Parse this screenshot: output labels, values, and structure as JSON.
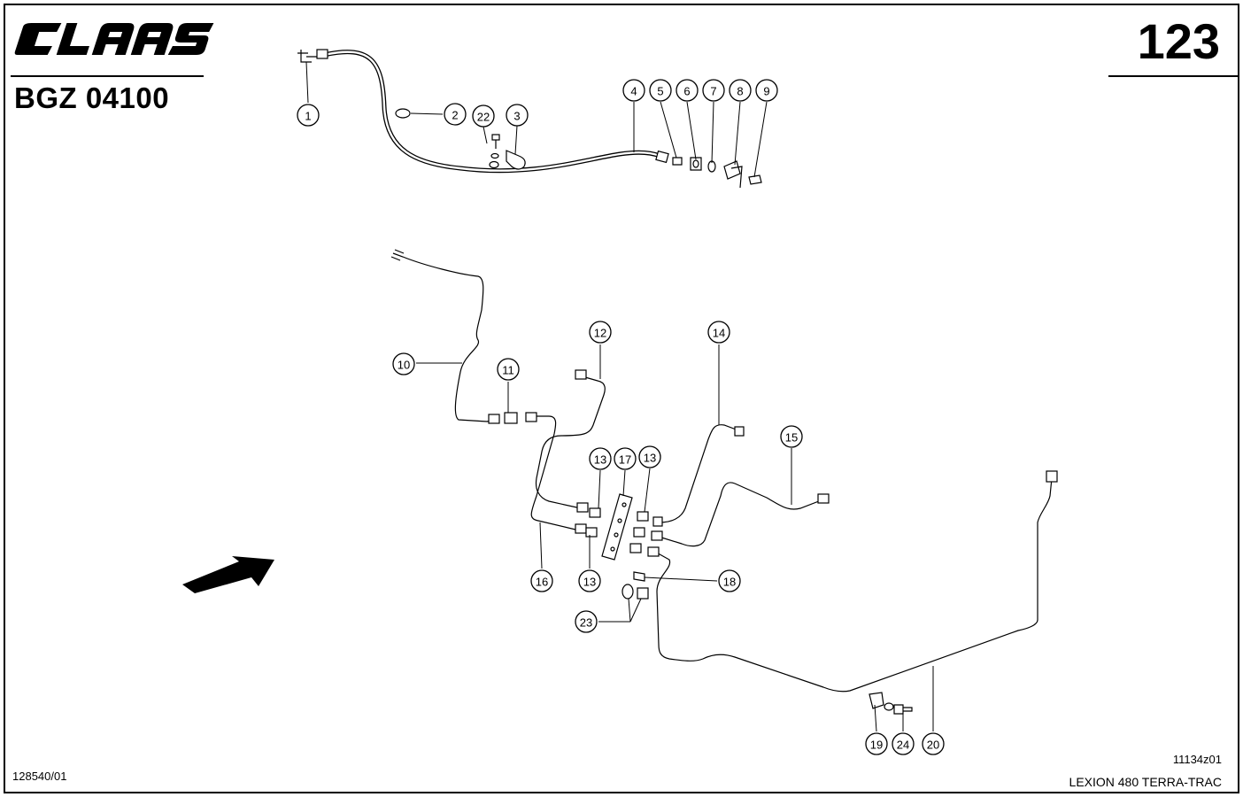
{
  "header": {
    "brand": "CLAAS",
    "group_code": "BGZ 04100",
    "page_number": "123"
  },
  "footer": {
    "document_number": "128540/01",
    "figure_id": "11134z01",
    "machine_model": "LEXION 480 TERRA-TRAC"
  },
  "callouts": [
    "1",
    "2",
    "22",
    "3",
    "4",
    "5",
    "6",
    "7",
    "8",
    "9",
    "10",
    "11",
    "12",
    "14",
    "15",
    "13",
    "17",
    "13",
    "16",
    "13",
    "18",
    "23",
    "19",
    "24",
    "20"
  ]
}
